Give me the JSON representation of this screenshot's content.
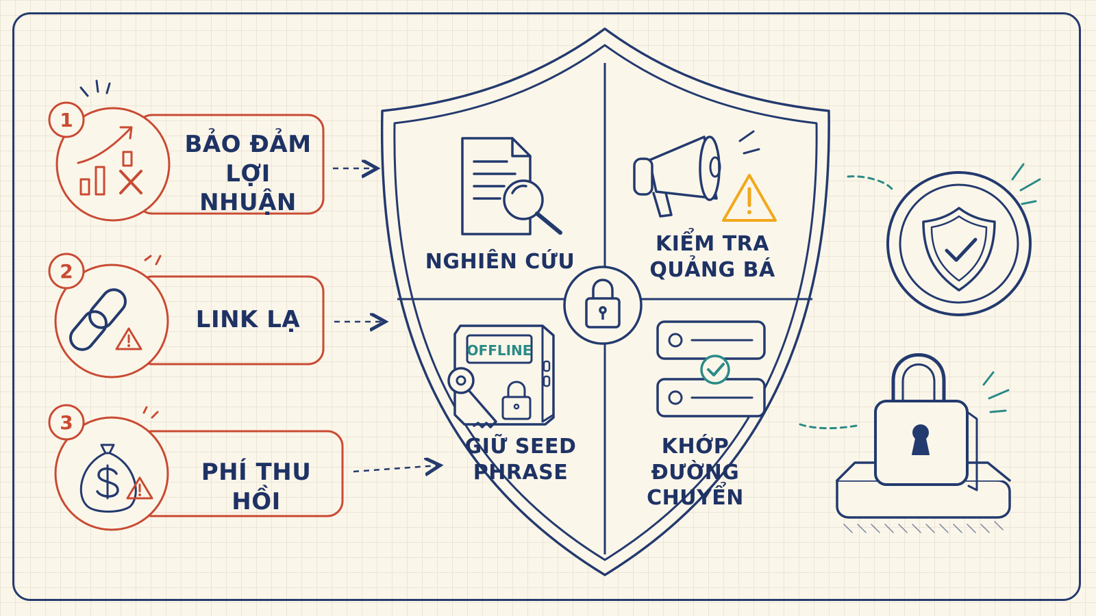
{
  "risks": [
    {
      "number": "1",
      "line1": "BẢO ĐẢM",
      "line2": "LỢI NHUẬN",
      "icon": "chart-cross-icon"
    },
    {
      "number": "2",
      "line1": "LINK LẠ",
      "line2": "",
      "icon": "chain-link-warning-icon"
    },
    {
      "number": "3",
      "line1": "PHÍ THU HỒI",
      "line2": "",
      "icon": "money-bag-warning-icon"
    }
  ],
  "quadrants": {
    "research": {
      "line1": "NGHIÊN CỨU",
      "line2": "",
      "icon": "document-magnifier-icon"
    },
    "promo": {
      "line1": "KIỂM TRA",
      "line2": "QUẢNG BÁ",
      "icon": "megaphone-warning-icon"
    },
    "seed": {
      "line1": "GIỮ SEED",
      "line2": "PHRASE",
      "icon": "offline-wallet-key-icon",
      "device_label": "OFFLINE"
    },
    "route": {
      "line1": "KHỚP ĐƯỜNG",
      "line2": "CHUYỂN",
      "icon": "checklist-icon"
    }
  },
  "colors": {
    "navy": "#233a6e",
    "red": "#c94a33",
    "teal": "#2a8a86",
    "warning_yellow": "#f1a81c",
    "paper": "#fbf6ea"
  }
}
